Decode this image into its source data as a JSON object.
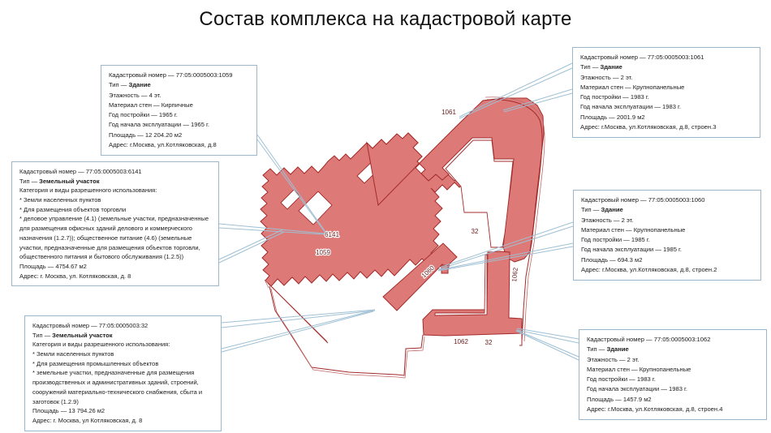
{
  "page": {
    "title": "Состав комплекса на кадастровой карте",
    "background_color": "#ffffff"
  },
  "colors": {
    "parcel_fill": "#dd7a78",
    "parcel_stroke": "#a32b2b",
    "callout_border": "#9cb7cb",
    "connector_line": "#9fc0d4",
    "map_label": "#6b2020",
    "title_text": "#111111"
  },
  "callouts": [
    {
      "id": "1059",
      "cadastral_label": "Кадастровый номер — 77:05:0005003:1059",
      "type_label": "Тип — ",
      "type_value": "Здание",
      "lines": [
        "Этажность — 4 эт.",
        "Материал стен — Кирпичные",
        "Год постройки — 1965 г.",
        "Год начала эксплуатации — 1965 г.",
        "Площадь — 12 204.20 м2",
        "Адрес: г.Москва, ул.Котляковская, д.8"
      ]
    },
    {
      "id": "6141",
      "cadastral_label": "Кадастровый номер — 77:05:0005003:6141",
      "type_label": "Тип — ",
      "type_value": "Земельный участок",
      "lines": [
        "Категория и виды разрешенного использования:",
        "* Земли населенных пунктов",
        "* Для размещения объектов торговли",
        "* деловое управление (4.1) (земельные участки, предназначенные для размещения офисных зданий делового и коммерческого назначения (1.2.7)); общественное питание (4.6) (земельные участки, предназначенные для размещения объектов торговли, общественного питания и бытового обслуживания (1.2.5))",
        "Площадь — 4754.67 м2",
        "Адрес: г. Москва, ул. Котляковская, д. 8"
      ]
    },
    {
      "id": "32",
      "cadastral_label": "Кадастровый номер — 77:05:0005003:32",
      "type_label": "Тип — ",
      "type_value": "Земельный участок",
      "lines": [
        "Категория и виды разрешенного использования:",
        "* Земли населенных пунктов",
        "* Для размещения промышленных объектов",
        "* земельные участки, предназначенные для размещения производственных и административных зданий, строений, сооружений материально-технического снабжения, сбыта и заготовок (1.2.9)",
        "Площадь — 13 794.26 м2",
        "Адрес: г. Москва, ул Котляковская, д. 8"
      ]
    },
    {
      "id": "1061",
      "cadastral_label": "Кадастровый номер — 77:05:0005003:1061",
      "type_label": "Тип — ",
      "type_value": "Здание",
      "lines": [
        "Этажность — 2 эт.",
        "Материал стен — Крупнопанельные",
        "Год постройки — 1983 г.",
        "Год начала эксплуатации — 1983 г.",
        "Площадь — 2001.9 м2",
        "Адрес: г.Москва, ул.Котляковская, д.8, строен.3"
      ]
    },
    {
      "id": "1060",
      "cadastral_label": "Кадастровый номер — 77:05:0005003:1060",
      "type_label": "Тип — ",
      "type_value": "Здание",
      "lines": [
        "Этажность — 2 эт.",
        "Материал стен — Крупнопанельные",
        "Год постройки — 1985 г.",
        "Год начала эксплуатации — 1985 г.",
        "Площадь — 694.3 м2",
        "Адрес: г.Москва, ул.Котляковская, д.8, строен.2"
      ]
    },
    {
      "id": "1062",
      "cadastral_label": "Кадастровый номер — 77:05:0005003:1062",
      "type_label": "Тип — ",
      "type_value": "Здание",
      "lines": [
        "Этажность — 2 эт.",
        "Материал стен — Крупнопанельные",
        "Год постройки — 1983 г.",
        "Год начала эксплуатации — 1983 г.",
        "Площадь — 1457.9 м2",
        "Адрес: г.Москва, ул.Котляковская, д.8, строен.4"
      ]
    }
  ],
  "map_labels": {
    "l1061": "1061",
    "l6141": "6141",
    "l1059": "1059",
    "l32_parcel": "32",
    "l1060": "1060",
    "l1062_vert": "1062",
    "l1062": "1062",
    "l32_strip": "32"
  }
}
